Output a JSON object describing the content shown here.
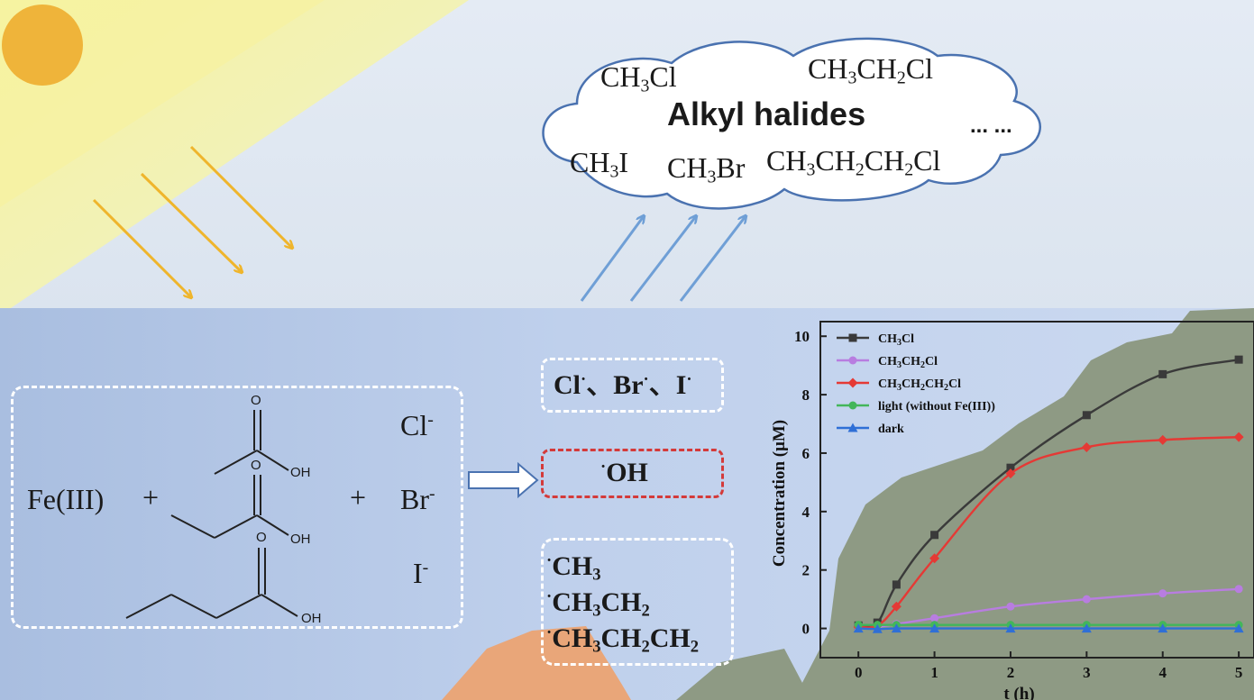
{
  "cloud": {
    "title": "Alkyl halides",
    "ellipsis": "... ...",
    "ch3cl": {
      "a": "CH",
      "b": "3",
      "c": "Cl"
    },
    "ch3ch2cl": {
      "a": "CH",
      "b": "3",
      "c": "CH",
      "d": "2",
      "e": "Cl"
    },
    "ch3i": {
      "a": "CH",
      "b": "3",
      "c": "I"
    },
    "ch3br": {
      "a": "CH",
      "b": "3",
      "c": "Br"
    },
    "ch3ch2ch2cl": {
      "a": "CH",
      "b": "3",
      "c": "CH",
      "d": "2",
      "e": "CH",
      "f": "2",
      "g": "Cl"
    }
  },
  "reactants": {
    "fe": "Fe(III)",
    "plus": "+",
    "cl": "Cl",
    "br": "Br",
    "i": "I",
    "minus": "-",
    "oh": "OH",
    "o": "O"
  },
  "radicals": {
    "halogen": {
      "cl": "Cl",
      "br": "Br",
      "i": "I",
      "dot": "·",
      "sep": "、"
    },
    "oh": {
      "dot": "·",
      "label": "OH"
    },
    "alkyl": [
      {
        "dot": "·",
        "a": "CH",
        "b": "3"
      },
      {
        "dot": "·",
        "a": "CH",
        "b": "3",
        "c": "CH",
        "d": "2"
      },
      {
        "dot": "·",
        "a": "CH",
        "b": "3",
        "c": "CH",
        "d": "2",
        "e": "CH",
        "f": "2"
      }
    ]
  },
  "chart_data": {
    "type": "line",
    "xlabel": "t (h)",
    "ylabel": "Concentration (μM)",
    "xlim": [
      -0.5,
      5.2
    ],
    "ylim": [
      -1,
      10.5
    ],
    "xticks": [
      "0",
      "1",
      "2",
      "3",
      "4",
      "5"
    ],
    "yticks": [
      "0",
      "2",
      "4",
      "6",
      "8",
      "10"
    ],
    "legend_position": "top-left",
    "series": [
      {
        "name": "CH3Cl",
        "parts": [
          "CH",
          "3",
          "Cl"
        ],
        "color": "#3a3a3a",
        "marker": "square",
        "x": [
          0,
          0.25,
          0.5,
          1,
          2,
          3,
          4,
          5
        ],
        "y": [
          0.1,
          0.2,
          1.5,
          3.2,
          5.5,
          7.3,
          8.7,
          9.2
        ]
      },
      {
        "name": "CH3CH2Cl",
        "parts": [
          "CH",
          "3",
          "CH",
          "2",
          "Cl"
        ],
        "color": "#b87de0",
        "marker": "circle",
        "x": [
          0,
          0.25,
          0.5,
          1,
          2,
          3,
          4,
          5
        ],
        "y": [
          0.0,
          0.05,
          0.15,
          0.35,
          0.75,
          1.0,
          1.2,
          1.35
        ]
      },
      {
        "name": "CH3CH2CH2Cl",
        "parts": [
          "CH",
          "3",
          "CH",
          "2",
          "CH",
          "2",
          "Cl"
        ],
        "color": "#e53935",
        "marker": "diamond",
        "x": [
          0,
          0.25,
          0.5,
          1,
          2,
          3,
          4,
          5
        ],
        "y": [
          0.05,
          0.1,
          0.75,
          2.4,
          5.3,
          6.2,
          6.45,
          6.55
        ]
      },
      {
        "name": "light (without Fe(III))",
        "parts": [
          "light (without Fe(III))"
        ],
        "color": "#43b65a",
        "marker": "circle",
        "x": [
          0,
          0.25,
          0.5,
          1,
          2,
          3,
          4,
          5
        ],
        "y": [
          0.12,
          0.12,
          0.12,
          0.12,
          0.12,
          0.12,
          0.12,
          0.12
        ]
      },
      {
        "name": "dark",
        "parts": [
          "dark"
        ],
        "color": "#2f6fd6",
        "marker": "triangle",
        "x": [
          0,
          0.25,
          0.5,
          1,
          2,
          3,
          4,
          5
        ],
        "y": [
          0.0,
          -0.02,
          0.0,
          0.0,
          0.0,
          0.0,
          0.0,
          0.0
        ]
      }
    ]
  }
}
